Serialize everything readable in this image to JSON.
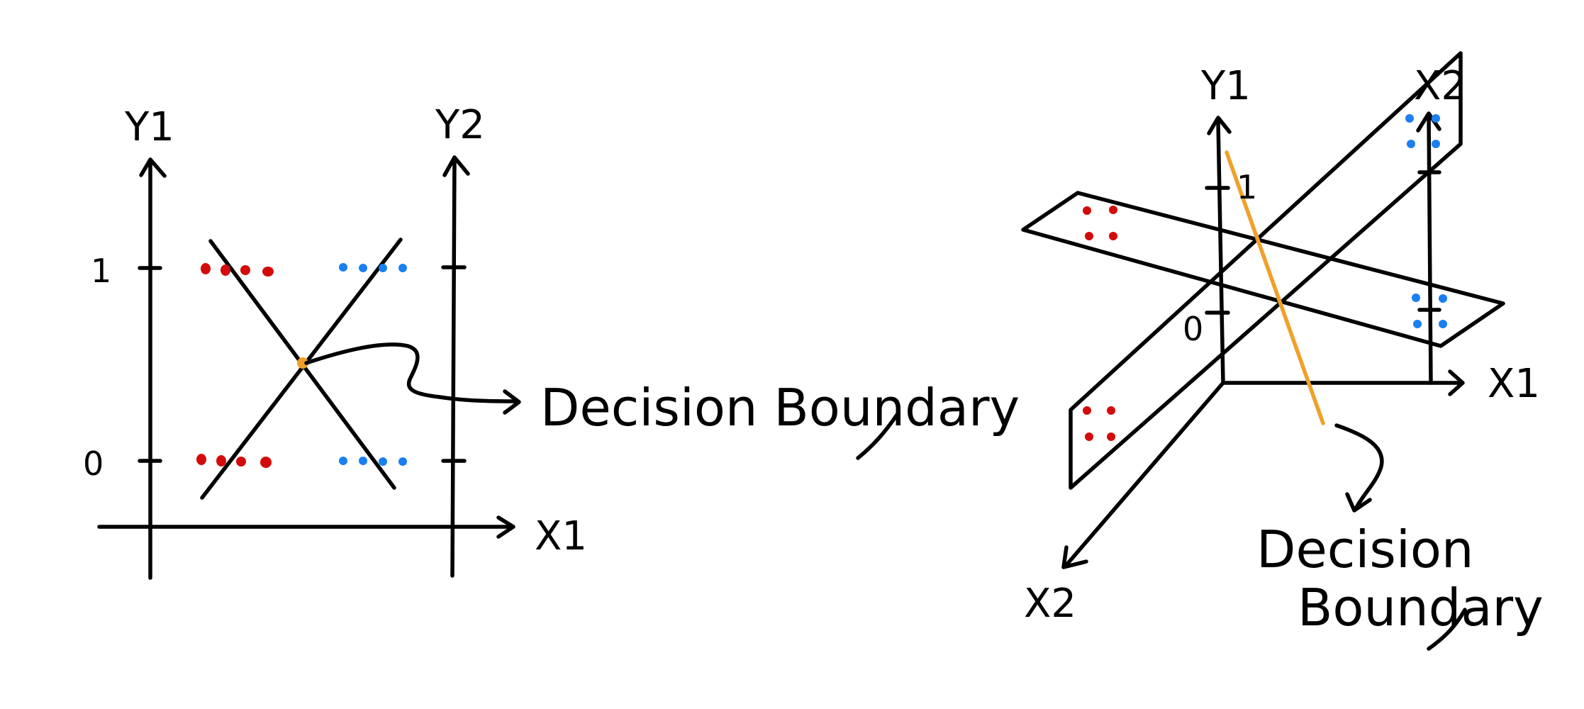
{
  "colors": {
    "ink": "#000000",
    "red": "#d40b0b",
    "blue": "#1a7ff0",
    "orange": "#f0a02a"
  },
  "left": {
    "y_axis_left_label": "Y1",
    "y_axis_right_label": "Y2",
    "x_axis_label": "X1",
    "tick_1": "1",
    "tick_0": "0",
    "annotation": "Decision Boundary"
  },
  "right": {
    "y1_label": "Y1",
    "y2_label": "X2",
    "x1_label": "X1",
    "x2_label": "X2",
    "tick_1": "1",
    "tick_0": "0",
    "annotation_line1": "Decision",
    "annotation_line2": "Boundary"
  }
}
